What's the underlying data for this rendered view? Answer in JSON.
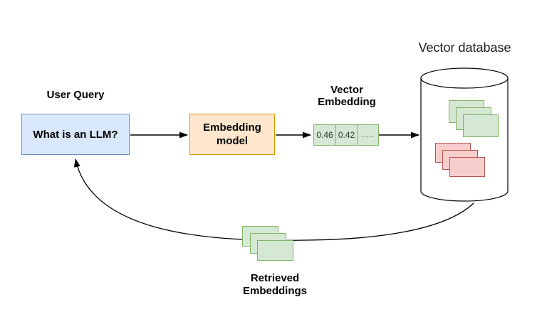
{
  "colors": {
    "background": "#ffffff",
    "text": "#000000",
    "connector": "#000000",
    "query_fill": "#dae8fc",
    "query_stroke": "#6c8ebf",
    "model_fill": "#ffe6cc",
    "model_stroke": "#d79b00",
    "embedding_fill": "#d5e8d4",
    "embedding_stroke": "#82b366",
    "record_fill": "#f8cecc",
    "record_stroke": "#b85450"
  },
  "nodes": {
    "user_query": {
      "title": "User Query",
      "content": "What is an LLM?"
    },
    "embedding_model": {
      "label": "Embedding model"
    },
    "vector_embedding": {
      "label": "Vector Embedding",
      "values": [
        "0.46",
        "0.42",
        "....."
      ]
    },
    "vector_database": {
      "label": "Vector database",
      "green_card_count": 3,
      "red_card_count": 3
    },
    "retrieved_embeddings": {
      "label": "Retrieved Embeddings",
      "card_count": 3
    }
  },
  "flow": {
    "edges": [
      "user_query -> embedding_model",
      "embedding_model -> vector_embedding",
      "vector_embedding -> vector_database",
      "vector_database -> user_query (retrieved embeddings)"
    ]
  }
}
